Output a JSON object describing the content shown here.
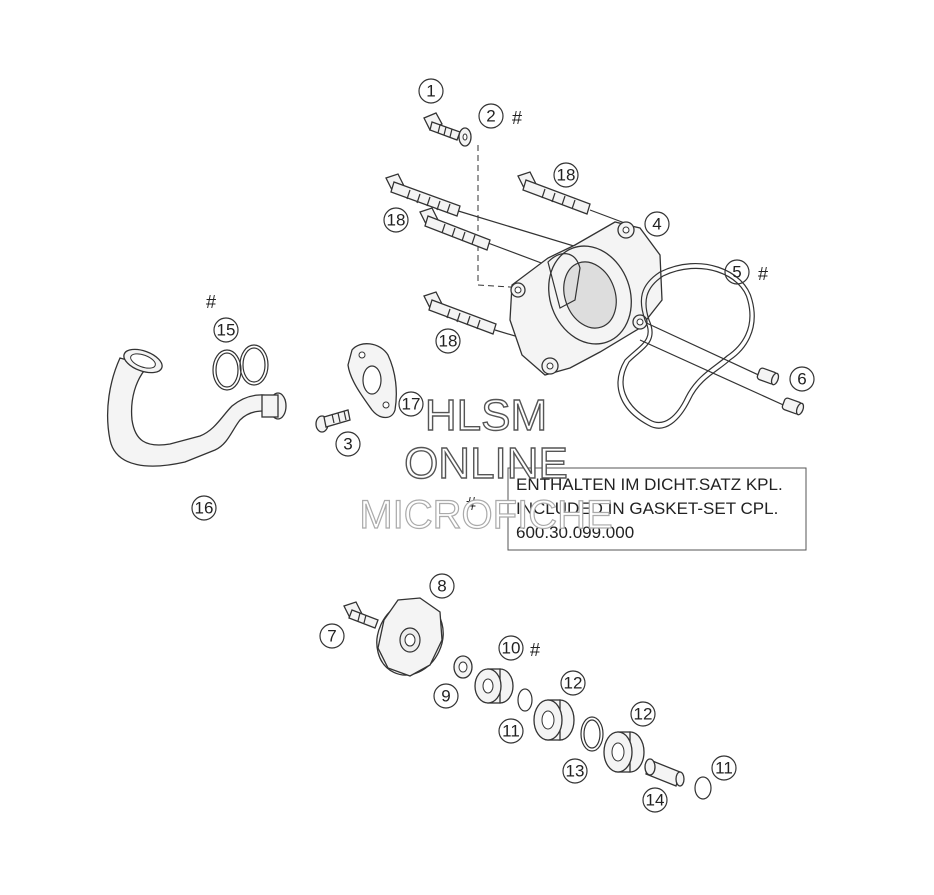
{
  "callouts": {
    "c1": "1",
    "c2": "2",
    "c3": "3",
    "c4": "4",
    "c5": "5",
    "c6": "6",
    "c7": "7",
    "c8": "8",
    "c9": "9",
    "c10": "10",
    "c11a": "11",
    "c11b": "11",
    "c12a": "12",
    "c12b": "12",
    "c13": "13",
    "c14": "14",
    "c15": "15",
    "c16": "16",
    "c17": "17",
    "c18a": "18",
    "c18b": "18",
    "c18c": "18"
  },
  "hash_mark": "#",
  "watermark": {
    "line1": "HLSM",
    "line2": "ONLINE",
    "line3": "MICROFICHE"
  },
  "note": {
    "line1": "ENTHALTEN IM DICHT.SATZ KPL.",
    "line2": "INCLUDED IN GASKET-SET CPL.",
    "line3": "600.30.099.000"
  }
}
